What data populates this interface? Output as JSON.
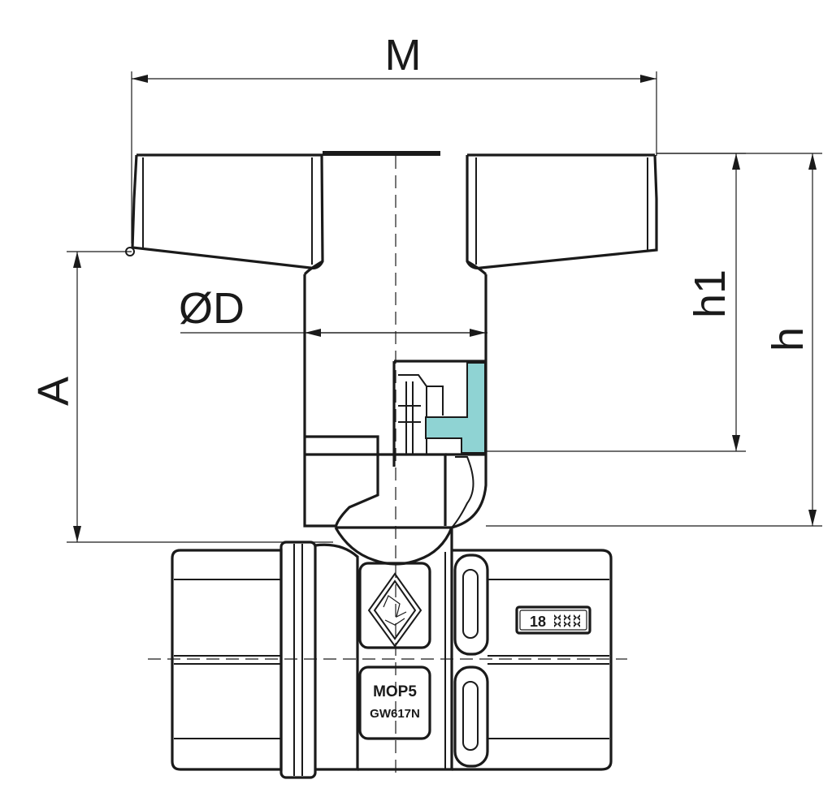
{
  "dimensions": {
    "M": "M",
    "D": "ØD",
    "A": "A",
    "h1": "h1",
    "h": "h"
  },
  "markings": {
    "pressure": "MOP5",
    "standard": "GW617N",
    "size": "18"
  },
  "colors": {
    "line": "#1a1a1a",
    "indicator": "#8fd3d3",
    "background": "#ffffff"
  }
}
